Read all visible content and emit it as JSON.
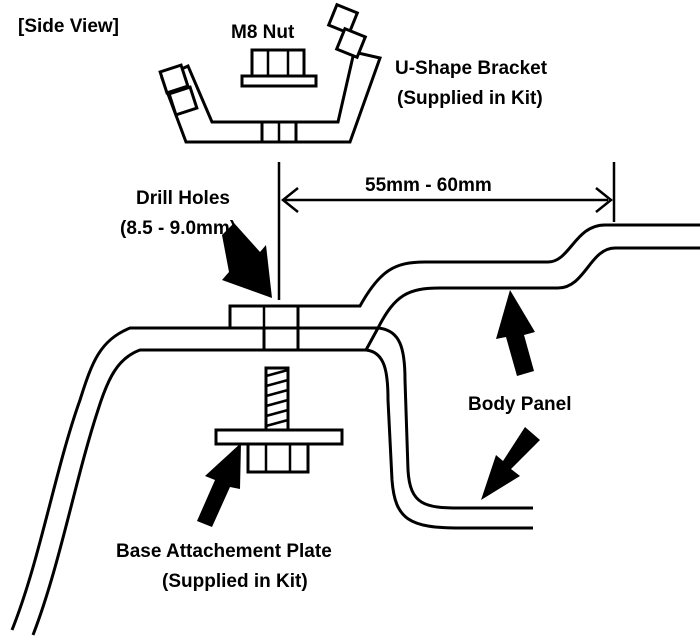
{
  "diagram": {
    "view_label": "[Side View]",
    "nut_label": "M8 Nut",
    "bracket_label_line1": "U-Shape Bracket",
    "bracket_label_line2": "(Supplied in Kit)",
    "drill_label_line1": "Drill Holes",
    "drill_label_line2": "(8.5 - 9.0mm)",
    "dimension_label": "55mm - 60mm",
    "body_panel_label": "Body Panel",
    "base_plate_label_line1": "Base Attachement Plate",
    "base_plate_label_line2": "(Supplied in Kit)",
    "line_color": "#000000",
    "background_color": "#ffffff"
  }
}
